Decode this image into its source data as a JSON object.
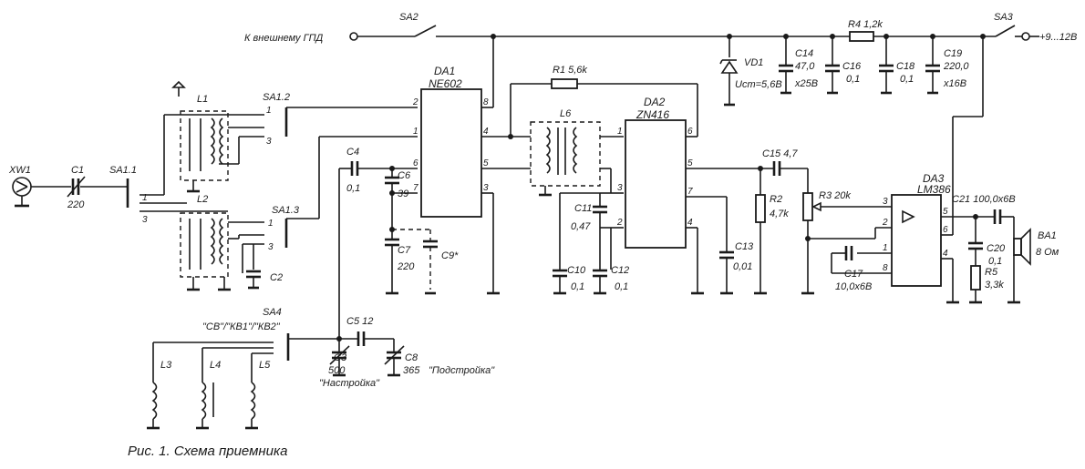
{
  "labels": {
    "ext_gpd": "К внешнему  ГПД",
    "sa2": "SA2",
    "sa3": "SA3",
    "supply": "+9...12В",
    "r4": "R4  1,2k",
    "vd1": "VD1",
    "vd1_val": "Uст=5,6В",
    "c14": "C14",
    "c14_v1": "47,0",
    "c14_v2": "x25В",
    "c16": "C16",
    "c16_v": "0,1",
    "c18": "C18",
    "c18_v": "0,1",
    "c19": "C19",
    "c19_v1": "220,0",
    "c19_v2": "x16В",
    "xw1": "XW1",
    "c1": "C1",
    "c1_v": "220",
    "sa1_1": "SA1.1",
    "sa1_2": "SA1.2",
    "sa1_3": "SA1.3",
    "l1": "L1",
    "l2": "L2",
    "c2": "C2",
    "c4": "C4",
    "c4_v": "0,1",
    "c6": "C6",
    "c6_v": "39",
    "c7": "C7",
    "c7_v": "220",
    "c9": "C9*",
    "da1": "DA1",
    "da1_t": "NE602",
    "r1": "R1  5,6k",
    "l6": "L6",
    "da2": "DA2",
    "da2_t": "ZN416",
    "c11": "C11",
    "c11_v": "0,47",
    "c10": "C10",
    "c10_v": "0,1",
    "c12": "C12",
    "c12_v": "0,1",
    "c13": "C13",
    "c13_v": "0,01",
    "c15": "C15  4,7",
    "r2": "R2",
    "r2_v": "4,7k",
    "r3": "R3  20k",
    "da3": "DA3",
    "da3_t": "LM386",
    "c17": "C17",
    "c17_v": "10,0x6В",
    "c21": "C21  100,0x6В",
    "c20": "C20",
    "c20_v": "0,1",
    "r5": "R5",
    "r5_v": "3,3k",
    "ba1": "BA1",
    "ba1_v": "8 Ом",
    "sa4": "SA4",
    "bands": "\"СВ\"/\"КВ1\"/\"КВ2\"",
    "c5": "C5  12",
    "c3": "C3",
    "c3_v": "500",
    "c3_n": "\"Настройка\"",
    "c8": "C8",
    "c8_v": "365",
    "c8_n": "\"Подстройка\"",
    "l3": "L3",
    "l4": "L4",
    "l5": "L5"
  },
  "pins": {
    "da1": {
      "p1": "1",
      "p2": "2",
      "p3": "3",
      "p4": "4",
      "p5": "5",
      "p6": "6",
      "p7": "7",
      "p8": "8"
    },
    "da2": {
      "p1": "1",
      "p2": "2",
      "p3": "3",
      "p4": "4",
      "p5": "5",
      "p6": "6",
      "p7": "7"
    },
    "da3": {
      "p1": "1",
      "p2": "2",
      "p3": "3",
      "p4": "4",
      "p5": "5",
      "p6": "6",
      "p8": "8"
    },
    "sa1": {
      "a1": "1",
      "a3": "3",
      "b1": "1",
      "b3": "3",
      "c1": "1",
      "c3": "3"
    }
  },
  "caption": "Рис. 1. Схема приемника"
}
